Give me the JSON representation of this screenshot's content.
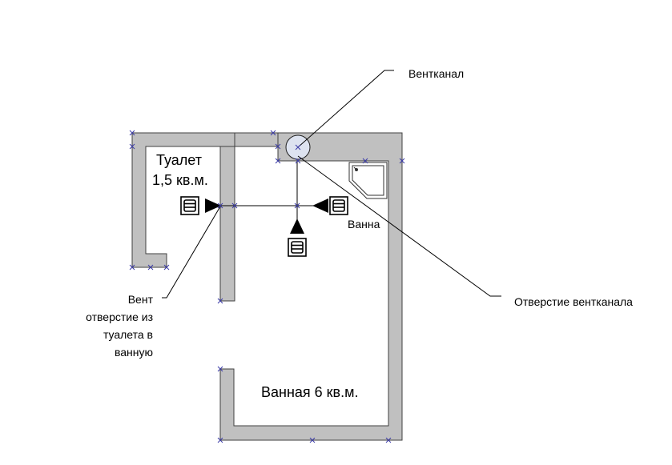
{
  "labels": {
    "toilet_title": "Туалет",
    "toilet_area": "1,5 кв.м.",
    "bathtub": "Ванна",
    "bathroom": "Ванная 6 кв.м.",
    "vent_channel": "Вентканал",
    "vent_channel_opening": "Отверстие вентканала",
    "vent_hole_line1": "Вент",
    "vent_hole_line2": "отверстие из",
    "vent_hole_line3": "туалета в",
    "vent_hole_line4": "ванную"
  },
  "colors": {
    "wall_fill": "#c0c0c0",
    "wall_stroke": "#404040",
    "vent_circle_fill": "#dde3f0",
    "marker": "#3c3ca8",
    "line": "#000000"
  },
  "icons": [
    "grille-icon",
    "grille-icon",
    "grille-icon",
    "arrow-right-icon",
    "arrow-left-icon",
    "arrow-up-icon",
    "shower-icon"
  ]
}
